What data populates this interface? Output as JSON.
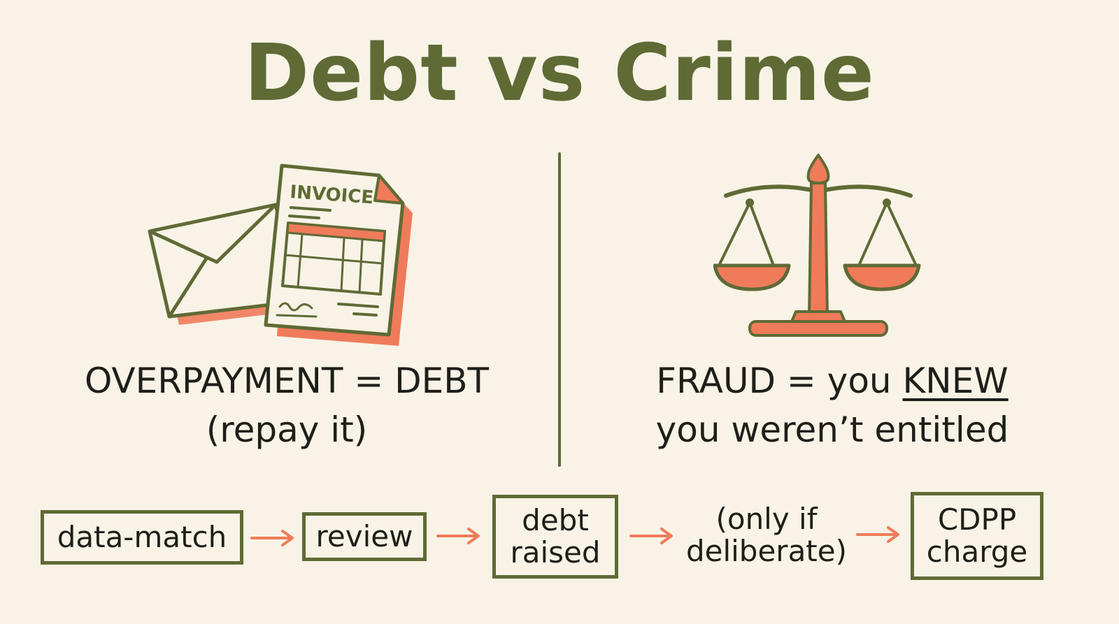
{
  "title": "Debt vs Crime",
  "left": {
    "invoice_label": "INVOICE",
    "caption_line1": "OVERPAYMENT = DEBT",
    "caption_line2": "(repay it)"
  },
  "right": {
    "caption_prefix": "FRAUD = you ",
    "caption_emphasis": "KNEW",
    "caption_line2": "you weren’t entitled"
  },
  "flow": {
    "step1": "data-match",
    "step2": "review",
    "step3_line1": "debt",
    "step3_line2": "raised",
    "step4_line1": "(only if",
    "step4_line2": "deliberate)",
    "step5_line1": "CDPP",
    "step5_line2": "charge"
  },
  "colors": {
    "ink": "#5f6a35",
    "accent": "#ef7b5a",
    "background": "#f8f3e6",
    "text": "#1e1e1a"
  }
}
